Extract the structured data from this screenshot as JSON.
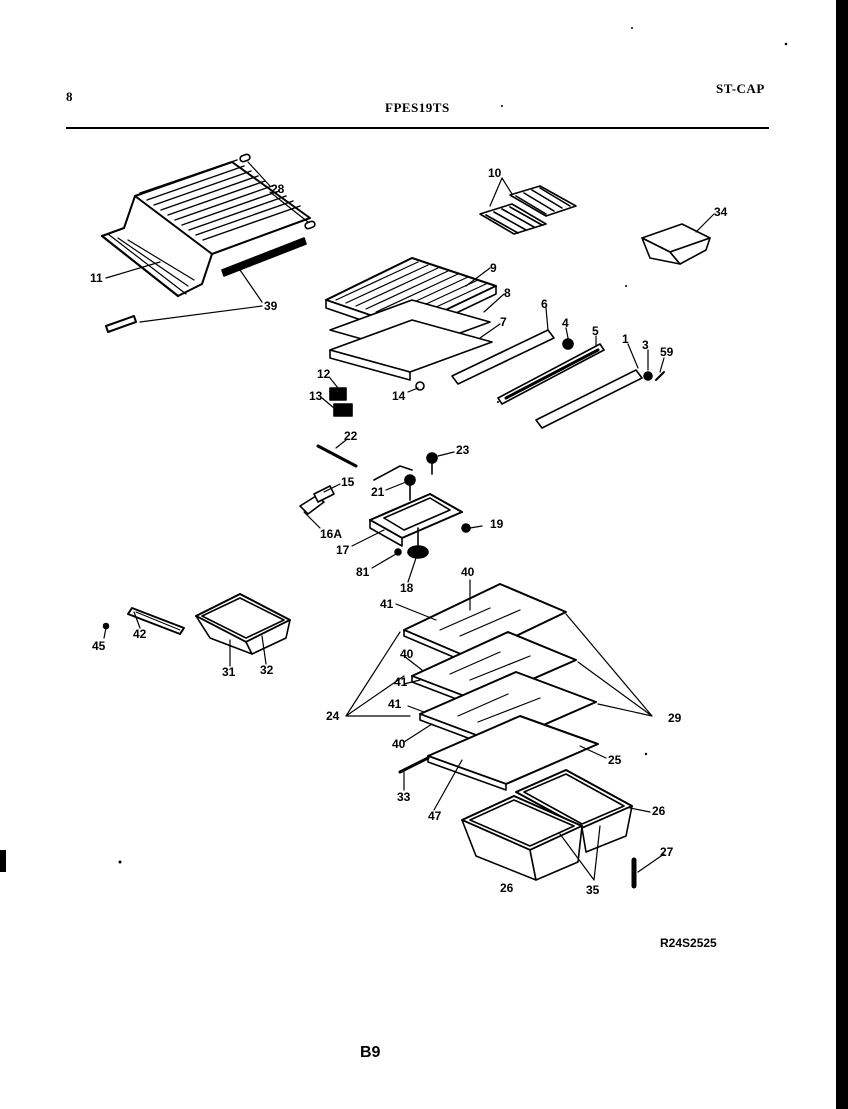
{
  "header": {
    "page_number": "8",
    "model": "FPES19TS",
    "category": "ST-CAP"
  },
  "parts": [
    {
      "id": "p28a",
      "label": "28"
    },
    {
      "id": "p11",
      "label": "11"
    },
    {
      "id": "p39",
      "label": "39"
    },
    {
      "id": "p10",
      "label": "10"
    },
    {
      "id": "p34",
      "label": "34"
    },
    {
      "id": "p9",
      "label": "9"
    },
    {
      "id": "p8",
      "label": "8"
    },
    {
      "id": "p7",
      "label": "7"
    },
    {
      "id": "p6",
      "label": "6"
    },
    {
      "id": "p4",
      "label": "4"
    },
    {
      "id": "p5",
      "label": "5"
    },
    {
      "id": "p1",
      "label": "1"
    },
    {
      "id": "p3",
      "label": "3"
    },
    {
      "id": "p59",
      "label": "59"
    },
    {
      "id": "p12",
      "label": "12"
    },
    {
      "id": "p13",
      "label": "13"
    },
    {
      "id": "p14",
      "label": "14"
    },
    {
      "id": "p22",
      "label": "22"
    },
    {
      "id": "p23",
      "label": "23"
    },
    {
      "id": "p15",
      "label": "15"
    },
    {
      "id": "p21",
      "label": "21"
    },
    {
      "id": "p16a",
      "label": "16A"
    },
    {
      "id": "p17",
      "label": "17"
    },
    {
      "id": "p19",
      "label": "19"
    },
    {
      "id": "p81",
      "label": "81"
    },
    {
      "id": "p18",
      "label": "18"
    },
    {
      "id": "p40a",
      "label": "40"
    },
    {
      "id": "p41a",
      "label": "41"
    },
    {
      "id": "p42",
      "label": "42"
    },
    {
      "id": "p45",
      "label": "45"
    },
    {
      "id": "p31",
      "label": "31"
    },
    {
      "id": "p32",
      "label": "32"
    },
    {
      "id": "p40b",
      "label": "40"
    },
    {
      "id": "p41b",
      "label": "41"
    },
    {
      "id": "p24",
      "label": "24"
    },
    {
      "id": "p41c",
      "label": "41"
    },
    {
      "id": "p29",
      "label": "29"
    },
    {
      "id": "p40c",
      "label": "40"
    },
    {
      "id": "p25",
      "label": "25"
    },
    {
      "id": "p33",
      "label": "33"
    },
    {
      "id": "p47",
      "label": "47"
    },
    {
      "id": "p26a",
      "label": "26"
    },
    {
      "id": "p27",
      "label": "27"
    },
    {
      "id": "p26b",
      "label": "26"
    },
    {
      "id": "p35",
      "label": "35"
    }
  ],
  "footer": {
    "reference": "R24S2525",
    "page_code": "B9"
  }
}
